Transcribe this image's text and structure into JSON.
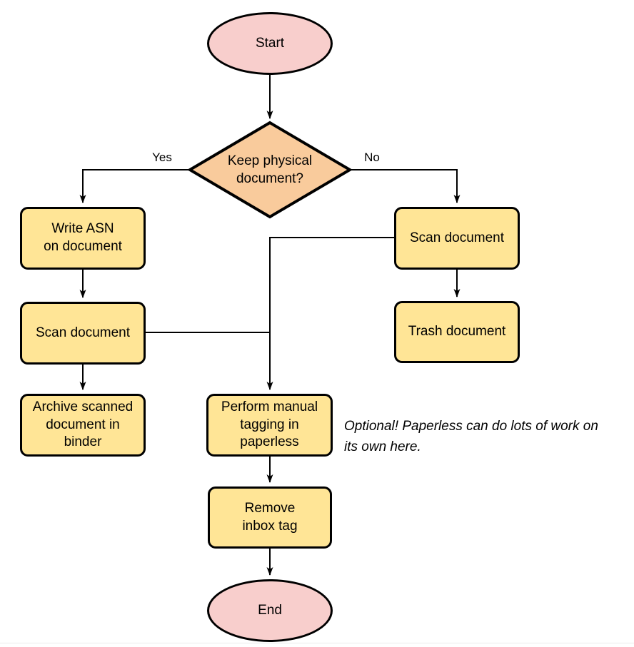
{
  "colors": {
    "terminal": "#F8CECC",
    "decision": "#F9CB9C",
    "process": "#FFE596",
    "stroke": "#000000",
    "separator": "#ECECEC"
  },
  "nodes": {
    "start": {
      "label": "Start",
      "shape": "ellipse"
    },
    "decision": {
      "label": "Keep physical\ndocument?",
      "shape": "diamond"
    },
    "write_asn": {
      "label": "Write ASN\non document",
      "shape": "process"
    },
    "scan_left": {
      "label": "Scan document",
      "shape": "process"
    },
    "archive": {
      "label": "Archive scanned\ndocument in\nbinder",
      "shape": "process"
    },
    "scan_right": {
      "label": "Scan document",
      "shape": "process"
    },
    "trash": {
      "label": "Trash document",
      "shape": "process"
    },
    "tagging": {
      "label": "Perform manual\ntagging in\npaperless",
      "shape": "process"
    },
    "remove_inbox": {
      "label": "Remove\ninbox tag",
      "shape": "process"
    },
    "end": {
      "label": "End",
      "shape": "ellipse"
    }
  },
  "edge_labels": {
    "yes": "Yes",
    "no": "No"
  },
  "note": {
    "text": "Optional! Paperless can do lots of work on\nits own here."
  }
}
